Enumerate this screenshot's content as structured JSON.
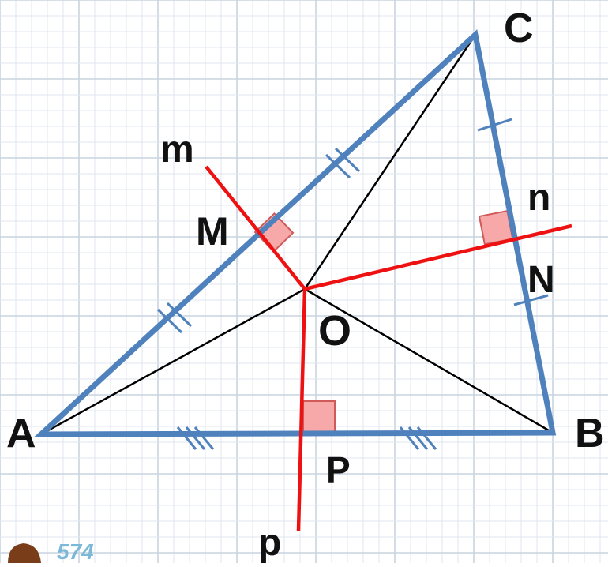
{
  "diagram": {
    "colors": {
      "grid_minor": "#dfe6ef",
      "grid_major": "#c9d3e0",
      "triangle": "#4f81bd",
      "bisector": "#ee1111",
      "segment": "#000000",
      "right_angle_fill": "#f7a9a9",
      "right_angle_stroke": "#d05a5a"
    },
    "labels": {
      "A": "A",
      "B": "B",
      "C": "C",
      "O": "O",
      "M": "M",
      "N": "N",
      "P": "P",
      "m": "m",
      "n": "n",
      "p": "p"
    },
    "logo_text": "574"
  }
}
